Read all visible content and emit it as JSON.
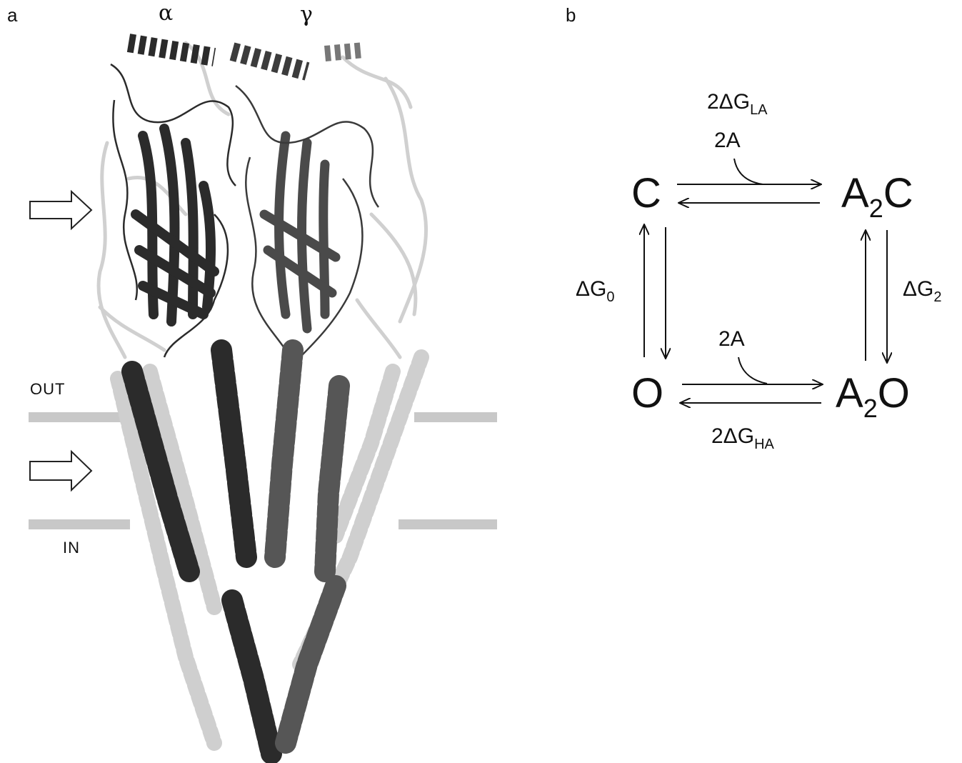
{
  "panel_a": {
    "letter": "a",
    "subunit_alpha": "α",
    "subunit_gamma": "γ",
    "out_label": "OUT",
    "in_label": "IN"
  },
  "panel_b": {
    "letter": "b",
    "states": {
      "C": "C",
      "A2C_base": "A",
      "A2C_sub": "2",
      "A2C_tail": "C",
      "O": "O",
      "A2O_base": "A",
      "A2O_sub": "2",
      "A2O_tail": "O"
    },
    "energies": {
      "top_prefix": "2ΔG",
      "top_sub": "LA",
      "bottom_prefix": "2ΔG",
      "bottom_sub": "HA",
      "left_prefix": "ΔG",
      "left_sub": "0",
      "right_prefix": "ΔG",
      "right_sub": "2"
    },
    "reagent_top": "2A",
    "reagent_bottom": "2A"
  },
  "colors": {
    "dark_helix": "#2b2b2b",
    "mid_helix": "#555555",
    "light_helix": "#d6d6d6",
    "membrane": "#c8c8c8"
  }
}
